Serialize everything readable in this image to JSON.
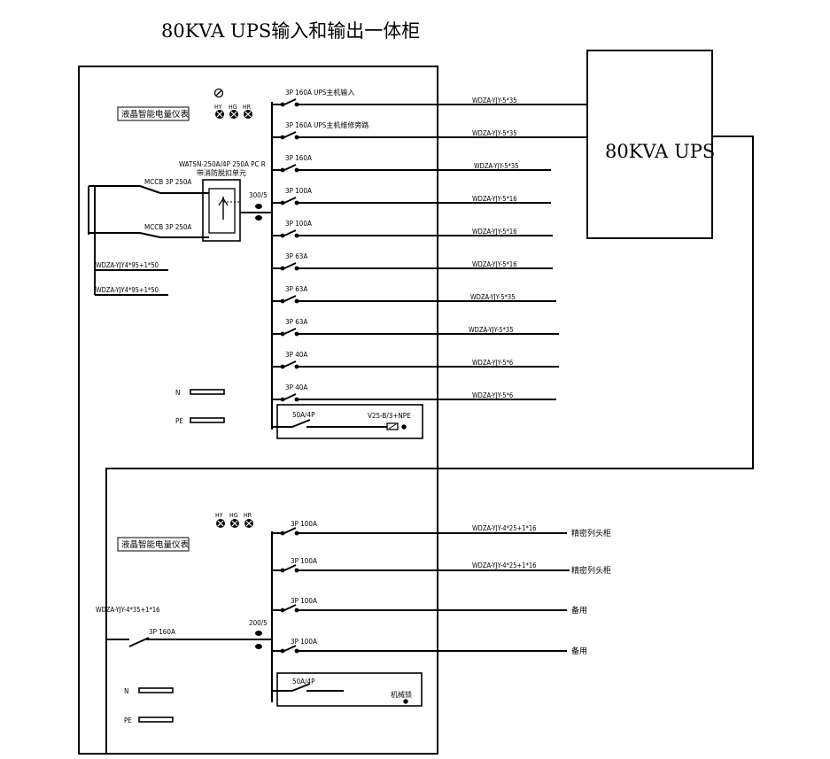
{
  "title": "80KVA UPS输入和输出一体柜",
  "ups_label": "80KVA UPS",
  "top": {
    "meter_label": "液晶智能电量仪表",
    "lamps": [
      "HY",
      "HG",
      "HR"
    ],
    "ats_label_1": "WATSN-250A/4P 250A PC R",
    "ats_label_2": "带消防脱扣单元",
    "ct_label": "300/5",
    "mccb_labels": [
      "MCCB 3P 250A",
      "MCCB 3P 250A"
    ],
    "input_cables": [
      "WDZA-YJY4*95+1*50",
      "WDZA-YJY4*95+1*50"
    ],
    "n_label": "N",
    "pe_label": "PE",
    "circuits": [
      {
        "breaker": "3P 160A UPS主机输入",
        "cable": "WDZA-YJY-5*35"
      },
      {
        "breaker": "3P 160A UPS主机维修旁路",
        "cable": "WDZA-YJY-5*35"
      },
      {
        "breaker": "3P 160A",
        "cable": "WDZA-YJY-5*35"
      },
      {
        "breaker": "3P 100A",
        "cable": "WDZA-YJY-5*16"
      },
      {
        "breaker": "3P 100A",
        "cable": "WDZA-YJY-5*16"
      },
      {
        "breaker": "3P 63A",
        "cable": "WDZA-YJY-5*16"
      },
      {
        "breaker": "3P 63A",
        "cable": "WDZA-YJY-5*35"
      },
      {
        "breaker": "3P 63A",
        "cable": "WDZA-YJY-5*35"
      },
      {
        "breaker": "3P 40A",
        "cable": "WDZA-YJY-5*6"
      },
      {
        "breaker": "3P 40A",
        "cable": "WDZA-YJY-5*6"
      }
    ],
    "spd_breaker": "50A/4P",
    "spd_label": "V25-B/3+NPE"
  },
  "bottom": {
    "meter_label": "液晶智能电量仪表",
    "lamps": [
      "HY",
      "HG",
      "HR"
    ],
    "input_cable": "WDZA-YJY-4*35+1*16",
    "main_breaker": "3P 160A",
    "ct_label": "200/5",
    "n_label": "N",
    "pe_label": "PE",
    "circuits": [
      {
        "breaker": "3P 100A",
        "cable": "WDZA-YJY-4*25+1*16",
        "dest": "精密列头柜"
      },
      {
        "breaker": "3P 100A",
        "cable": "WDZA-YJY-4*25+1*16",
        "dest": "精密列头柜"
      },
      {
        "breaker": "3P 100A",
        "cable": "",
        "dest": "备用"
      },
      {
        "breaker": "3P 100A",
        "cable": "",
        "dest": "备用"
      }
    ],
    "spd_breaker": "50A/4P",
    "spd_label": "机械锁"
  }
}
